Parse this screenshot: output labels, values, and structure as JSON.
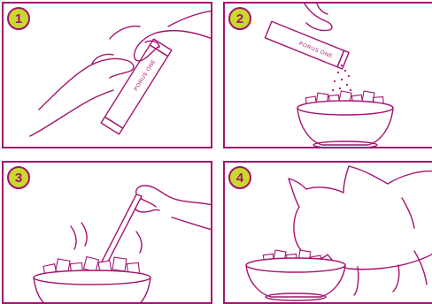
{
  "steps": [
    {
      "number": "1"
    },
    {
      "number": "2"
    },
    {
      "number": "3"
    },
    {
      "number": "4"
    }
  ],
  "brand": {
    "sachet_text": "PORUS ONE"
  },
  "colors": {
    "stroke": "#a4136e",
    "badge_fill": "#c9d92b",
    "background": "#ffffff"
  },
  "icons": {
    "step_badge": "numbered-circle"
  }
}
